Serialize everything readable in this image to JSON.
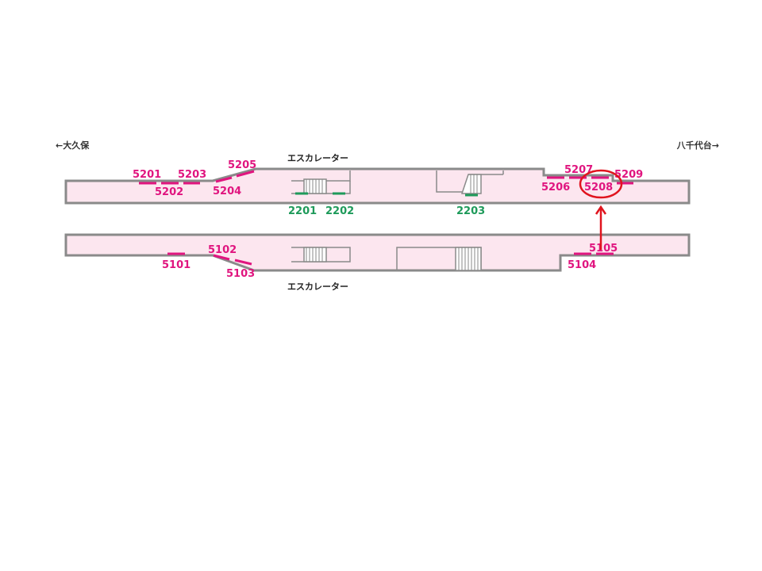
{
  "directions": {
    "left": "←大久保",
    "right": "八千代台→"
  },
  "escalator_label": "エスカレーター",
  "colors": {
    "platform_fill": "#fce6ef",
    "wall": "#8a8a8a",
    "ad_magenta": "#e0157f",
    "ad_green": "#1e9a5a",
    "highlight_red": "#e0141e"
  },
  "upper_platform": {
    "ads_magenta": [
      "5201",
      "5202",
      "5203",
      "5204",
      "5205",
      "5206",
      "5207",
      "5208",
      "5209"
    ],
    "ads_green": [
      "2201",
      "2202",
      "2203"
    ]
  },
  "lower_platform": {
    "ads_magenta": [
      "5101",
      "5102",
      "5103",
      "5104",
      "5105"
    ]
  },
  "highlighted": "5208"
}
